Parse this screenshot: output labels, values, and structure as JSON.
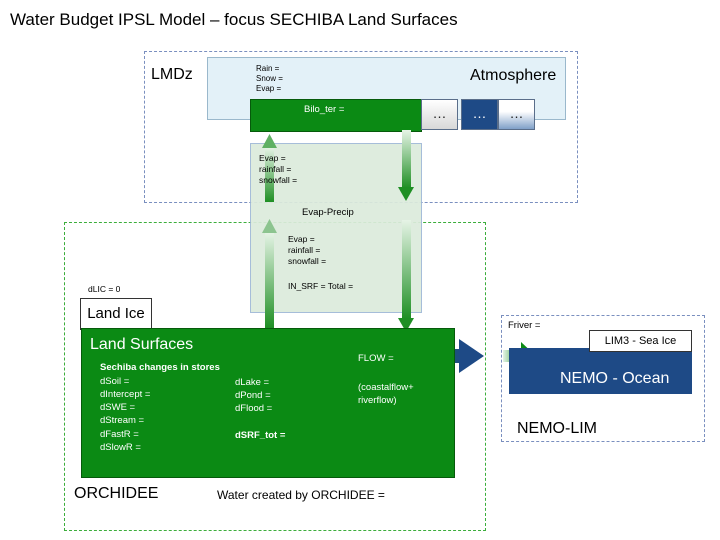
{
  "title": "Water Budget IPSL Model – focus SECHIBA Land Surfaces",
  "lmdz": {
    "label": "LMDz",
    "atmosphere": "Atmosphere",
    "rain": "Rain =",
    "snow": "Snow =",
    "evap": "Evap =",
    "bilo_ter": "Bilo_ter =",
    "cells": [
      "…",
      "…",
      "…"
    ]
  },
  "exchange": {
    "upper": [
      "Evap =",
      "rainfall =",
      "snowfall ="
    ],
    "middle_label": "Evap-Precip",
    "lower": [
      "Evap =",
      "rainfall =",
      "snowfall ="
    ],
    "in_srf": "IN_SRF = Total ="
  },
  "orchidee": {
    "label": "ORCHIDEE",
    "dlic": "dLIC = 0",
    "land_ice": "Land Ice",
    "land_surfaces": "Land Surfaces",
    "sechiba_heading": "Sechiba changes in stores",
    "stores_left": [
      "dSoil =",
      "dIntercept =",
      "dSWE =",
      "dStream =",
      "dFastR =",
      "dSlowR ="
    ],
    "stores_right": [
      "dLake =",
      "dPond =",
      "dFlood ="
    ],
    "dsrf_tot": "dSRF_tot =",
    "flow": "FLOW =",
    "flow_detail": [
      "(coastalflow+",
      "riverflow)"
    ],
    "water_created": "Water created by ORCHIDEE ="
  },
  "nemo_lim": {
    "label": "NEMO-LIM",
    "friver": "Friver =",
    "lim3": "LIM3 - Sea Ice",
    "nemo": "NEMO - Ocean"
  },
  "colors": {
    "land_green": "#0b8a14",
    "ocean_blue": "#1e4a86",
    "atmosphere_bg": "#e3f1f8",
    "exchange_bg": "#dcebdc"
  }
}
